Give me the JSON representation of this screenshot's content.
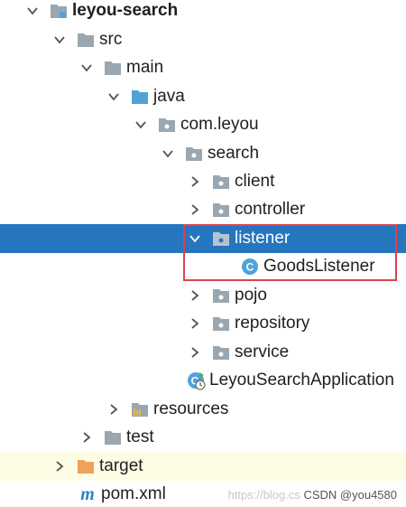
{
  "tree": {
    "rows": [
      {
        "label": "leyou-search",
        "icon": "module-folder-icon"
      },
      {
        "label": "src",
        "icon": "folder-icon"
      },
      {
        "label": "main",
        "icon": "folder-icon"
      },
      {
        "label": "java",
        "icon": "source-folder-icon"
      },
      {
        "label": "com.leyou",
        "icon": "package-icon"
      },
      {
        "label": "search",
        "icon": "package-icon"
      },
      {
        "label": "client",
        "icon": "package-icon"
      },
      {
        "label": "controller",
        "icon": "package-icon"
      },
      {
        "label": "listener",
        "icon": "package-icon"
      },
      {
        "label": "GoodsListener",
        "icon": "java-class-icon"
      },
      {
        "label": "pojo",
        "icon": "package-icon"
      },
      {
        "label": "repository",
        "icon": "package-icon"
      },
      {
        "label": "service",
        "icon": "package-icon"
      },
      {
        "label": "LeyouSearchApplication",
        "icon": "spring-boot-application-icon"
      },
      {
        "label": "resources",
        "icon": "resources-folder-icon"
      },
      {
        "label": "test",
        "icon": "folder-icon"
      },
      {
        "label": "target",
        "icon": "excluded-folder-icon"
      },
      {
        "label": "pom.xml",
        "icon": "maven-icon"
      }
    ]
  },
  "watermark": {
    "url_text": "https://blog.cs",
    "credit_text": "CSDN @you4580"
  },
  "colors": {
    "selection": "#2675bf",
    "highlight_border": "#e0404a",
    "folder": "#9aa7b0",
    "source_folder": "#4fa3d8",
    "excluded_folder": "#f0a15a",
    "class_icon": "#4fa3d8"
  }
}
